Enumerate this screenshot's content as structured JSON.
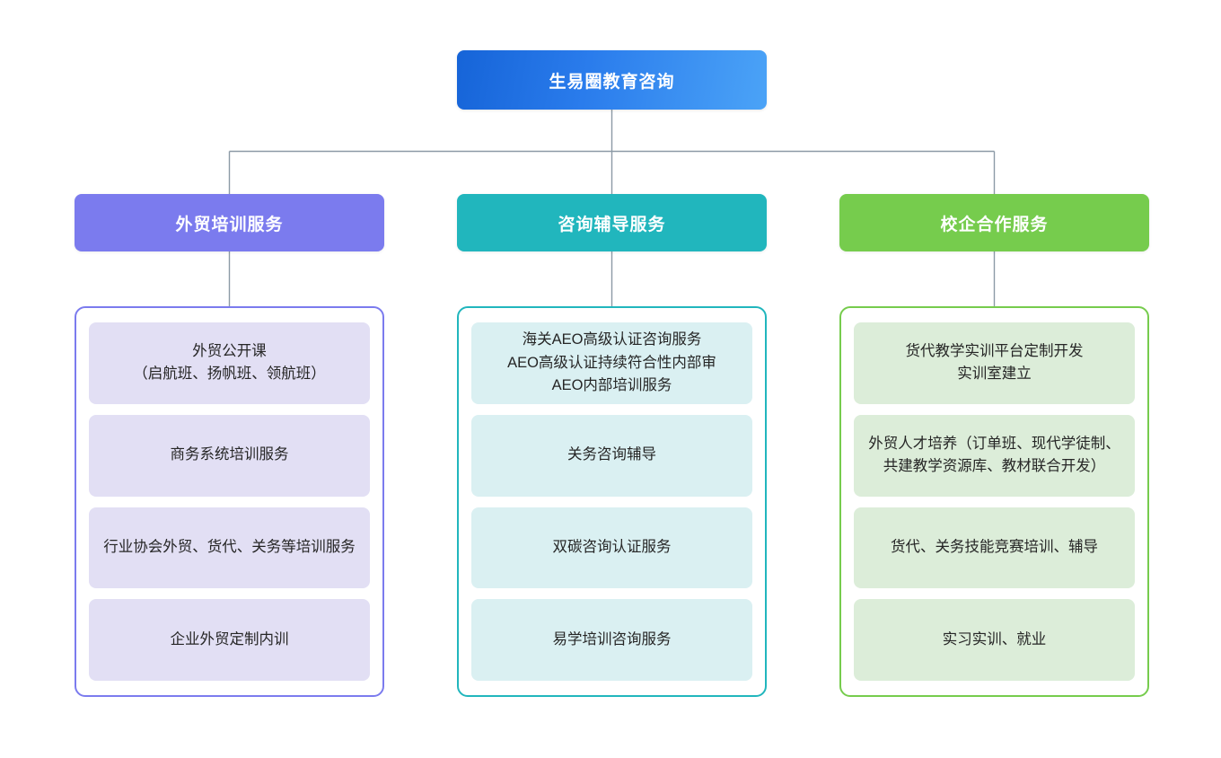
{
  "diagram": {
    "title_node": {
      "label": "生易圈教育咨询",
      "color": "#2a7cec"
    },
    "branches": [
      {
        "header": "外贸培训服务",
        "accent": "#7b7bee",
        "leaf_fill": "#e2dff4",
        "leaves": [
          "外贸公开课\n（启航班、扬帆班、领航班）",
          "商务系统培训服务",
          "行业协会外贸、货代、关务等培训服务",
          "企业外贸定制内训"
        ]
      },
      {
        "header": "咨询辅导服务",
        "accent": "#21b6bd",
        "leaf_fill": "#daf0f2",
        "leaves": [
          "海关AEO高级认证咨询服务\nAEO高级认证持续符合性内部审\nAEO内部培训服务",
          "关务咨询辅导",
          "双碳咨询认证服务",
          "易学培训咨询服务"
        ]
      },
      {
        "header": "校企合作服务",
        "accent": "#76cc4d",
        "leaf_fill": "#dcedd9",
        "leaves": [
          "货代教学实训平台定制开发\n实训室建立",
          "外贸人才培养（订单班、现代学徒制、共建教学资源库、教材联合开发）",
          "货代、关务技能竞赛培训、辅导",
          "实习实训、就业"
        ]
      }
    ],
    "connector_color": "#8c9aa6"
  }
}
